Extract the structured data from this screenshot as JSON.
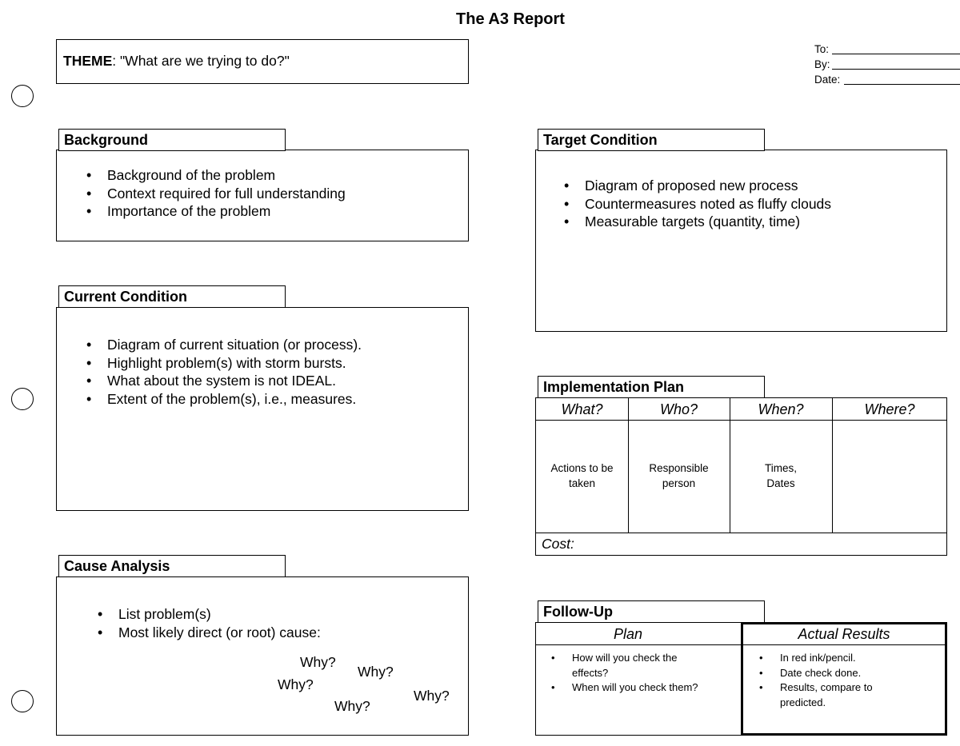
{
  "title": "The A3 Report",
  "theme": {
    "label": "THEME",
    "text": ": \"What are we trying to do?\""
  },
  "meta": {
    "to": "To:",
    "by": "By:",
    "date": "Date:"
  },
  "background": {
    "header": "Background",
    "items": [
      "Background of the problem",
      "Context required for full understanding",
      "Importance of the problem"
    ]
  },
  "current_condition": {
    "header": "Current Condition",
    "items": [
      "Diagram of current situation (or process).",
      "Highlight problem(s) with storm bursts.",
      "What about the system is not IDEAL.",
      "Extent of the problem(s), i.e., measures."
    ]
  },
  "cause_analysis": {
    "header": "Cause Analysis",
    "items": [
      "List problem(s)",
      "Most likely direct (or root) cause:"
    ],
    "whys": [
      "Why?",
      "Why?",
      "Why?",
      "Why?",
      "Why?"
    ]
  },
  "target_condition": {
    "header": "Target Condition",
    "items": [
      "Diagram of proposed new process",
      "Countermeasures noted as fluffy clouds",
      "Measurable targets (quantity, time)"
    ]
  },
  "implementation_plan": {
    "header": "Implementation Plan",
    "columns": [
      "What?",
      "Who?",
      "When?",
      "Where?"
    ],
    "cells": [
      [
        "Actions to be",
        "taken"
      ],
      [
        "Responsible",
        "person"
      ],
      [
        "Times,",
        "Dates"
      ],
      [
        "",
        ""
      ]
    ],
    "cost_label": "Cost:"
  },
  "follow_up": {
    "header": "Follow-Up",
    "plan_header": "Plan",
    "results_header": "Actual Results",
    "plan_items": [
      "How will you check the effects?",
      "When will you check them?"
    ],
    "result_items": [
      "In red ink/pencil.",
      "Date check done.",
      "Results, compare to predicted."
    ]
  }
}
